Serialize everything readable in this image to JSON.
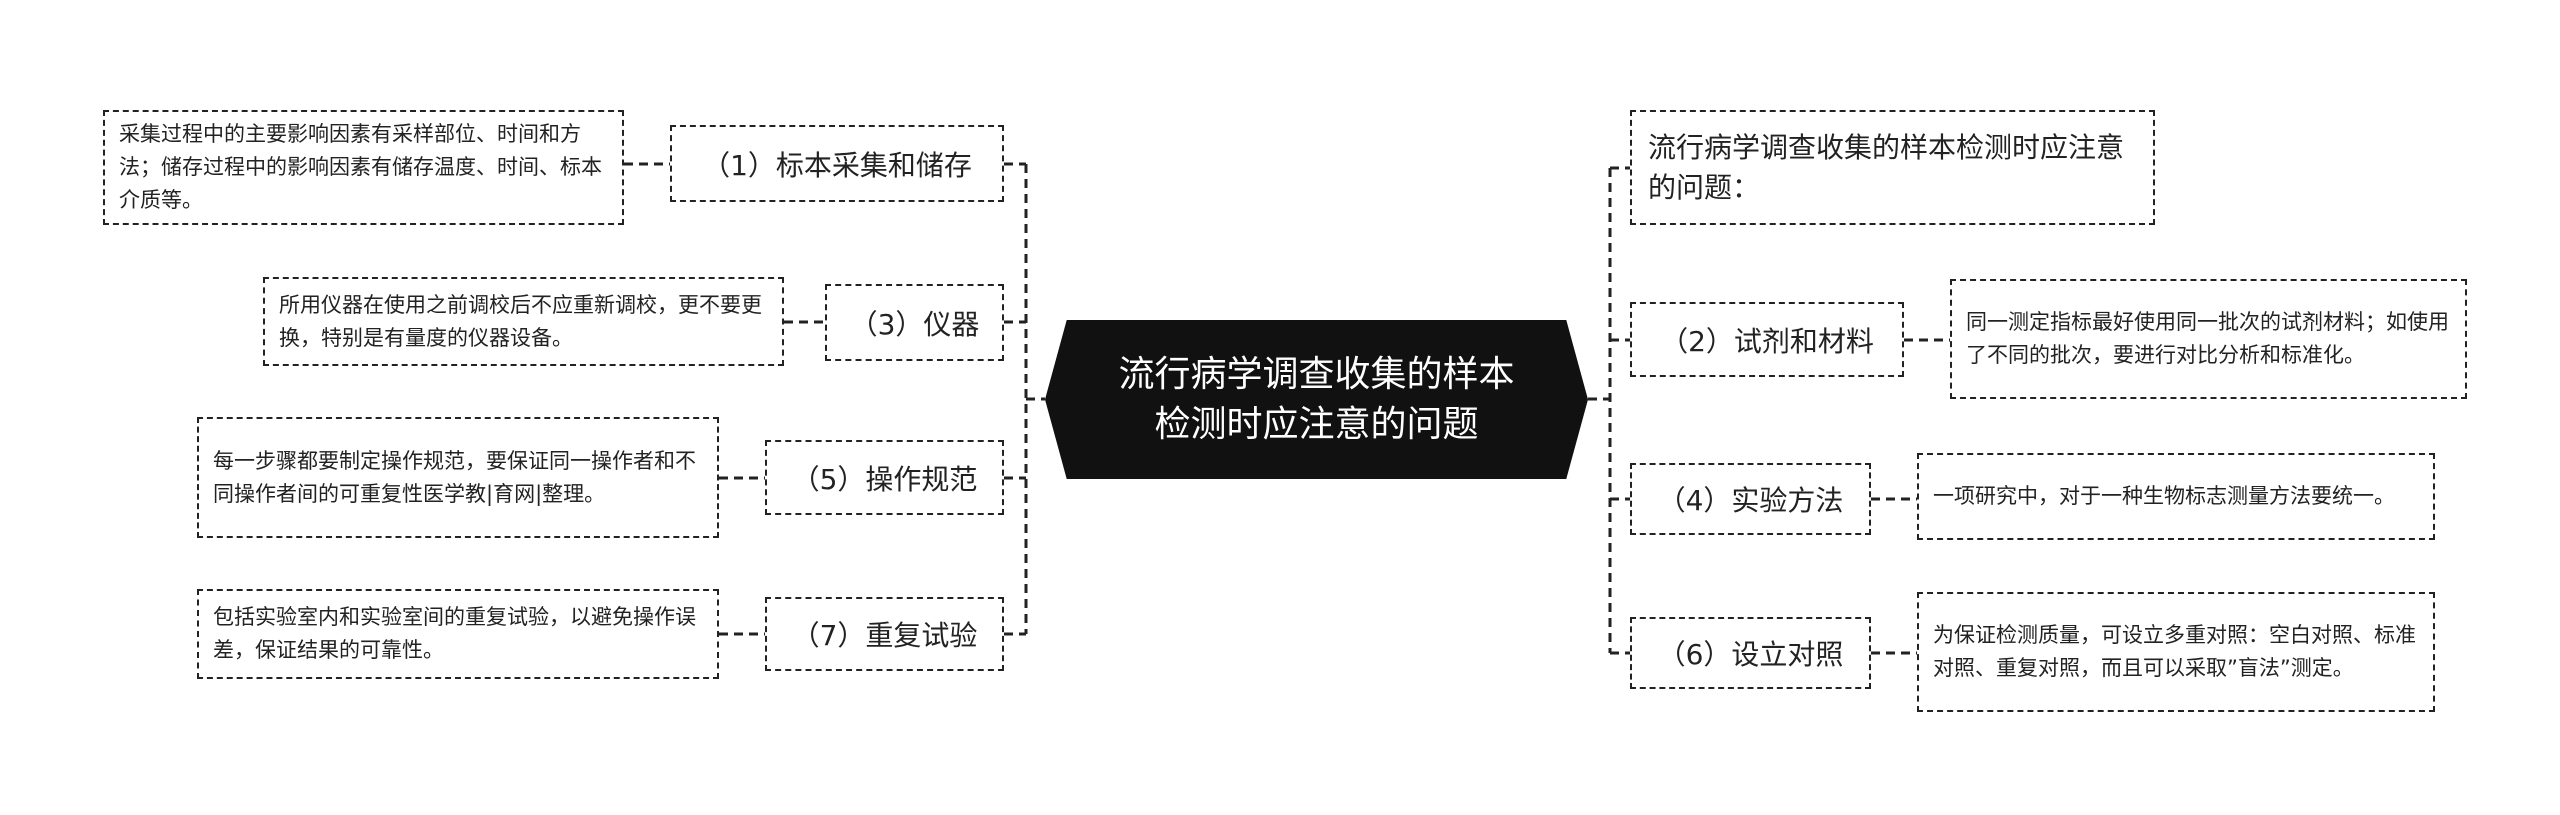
{
  "center": {
    "line1": "流行病学调查收集的样本",
    "line2": "检测时应注意的问题"
  },
  "left_branches": [
    {
      "label": "（1）标本采集和储存",
      "detail": "采集过程中的主要影响因素有采样部位、时间和方法；储存过程中的影响因素有储存温度、时间、标本介质等。"
    },
    {
      "label": "（3）仪器",
      "detail": "所用仪器在使用之前调校后不应重新调校，更不要更换，特别是有量度的仪器设备。"
    },
    {
      "label": "（5）操作规范",
      "detail": "每一步骤都要制定操作规范，要保证同一操作者和不同操作者间的可重复性医学教|育网|整理。"
    },
    {
      "label": "（7）重复试验",
      "detail": "包括实验室内和实验室间的重复试验，以避免操作误差，保证结果的可靠性。"
    }
  ],
  "right_title": "流行病学调查收集的样本检测时应注意的问题：",
  "right_branches": [
    {
      "label": "（2）试剂和材料",
      "detail": "同一测定指标最好使用同一批次的试剂材料；如使用了不同的批次，要进行对比分析和标准化。"
    },
    {
      "label": "（4）实验方法",
      "detail": "一项研究中，对于一种生物标志测量方法要统一。"
    },
    {
      "label": "（6）设立对照",
      "detail": "为保证检测质量，可设立多重对照：空白对照、标准对照、重复对照，而且可以采取”盲法”测定。"
    }
  ]
}
